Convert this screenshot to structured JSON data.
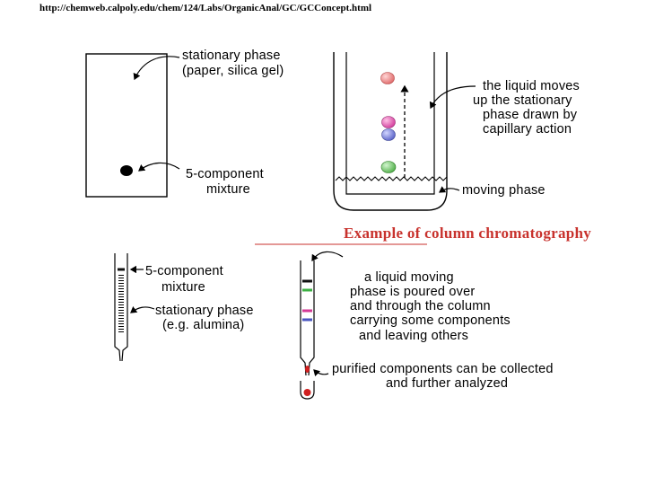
{
  "source_url": "http://chemweb.calpoly.edu/chem/124/Labs/OrganicAnal/GC/GCConcept.html",
  "paper": {
    "stationary_label_1": "stationary phase",
    "stationary_label_2": "(paper, silica gel)",
    "mixture_label_1": "5-component",
    "mixture_label_2": "mixture",
    "liquid_label_1": "the liquid moves",
    "liquid_label_2": "up the stationary",
    "liquid_label_3": "phase drawn by",
    "liquid_label_4": "capillary action",
    "moving_label": "moving phase"
  },
  "column": {
    "heading": "Example of column chromatography",
    "mixture_label_1": "5-component",
    "mixture_label_2": "mixture",
    "stationary_label_1": "stationary phase",
    "stationary_label_2": "(e.g. alumina)",
    "poured_label_1": "a liquid moving",
    "poured_label_2": "phase is poured over",
    "poured_label_3": "and through the column",
    "poured_label_4": "carrying some components",
    "poured_label_5": "and leaving others",
    "purified_label_1": "purified components can be collected",
    "purified_label_2": "and further analyzed"
  },
  "colors": {
    "heading": "#c8322d",
    "spot_red": "#e06a6a",
    "spot_magenta": "#d23c9c",
    "spot_blue": "#5a62c8",
    "spot_green": "#52b04a",
    "band_black": "#111111",
    "band_green": "#3cb043",
    "band_magenta": "#d43a96",
    "band_blue": "#4a56c0",
    "drop_red": "#d02020"
  }
}
